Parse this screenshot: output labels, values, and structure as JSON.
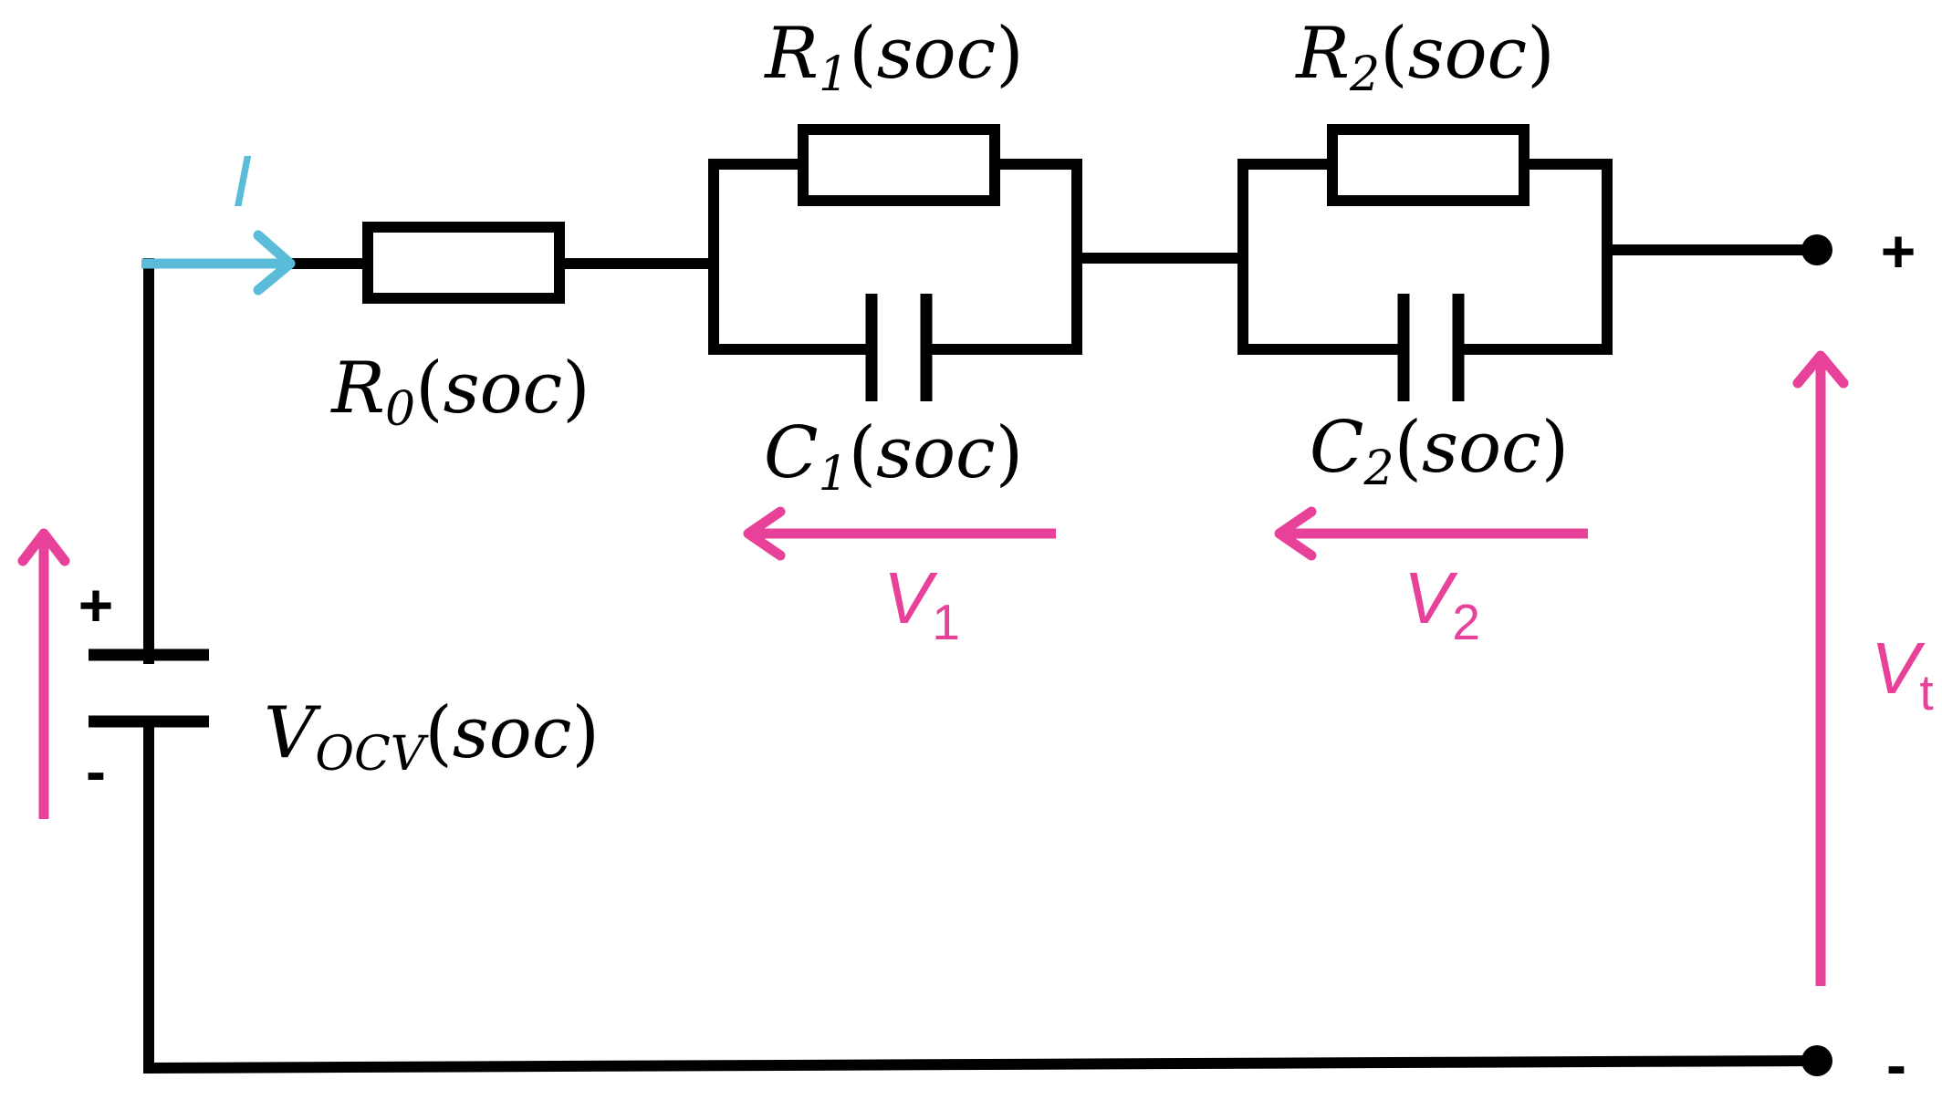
{
  "colors": {
    "wire": "#000000",
    "current": "#5bbcd9",
    "voltage": "#e8419a",
    "background": "#ffffff"
  },
  "components": {
    "r0": {
      "name": "R",
      "sub": "0",
      "arg": "soc"
    },
    "r1": {
      "name": "R",
      "sub": "1",
      "arg": "soc"
    },
    "r2": {
      "name": "R",
      "sub": "2",
      "arg": "soc"
    },
    "c1": {
      "name": "C",
      "sub": "1",
      "arg": "soc"
    },
    "c2": {
      "name": "C",
      "sub": "2",
      "arg": "soc"
    },
    "source": {
      "name": "V",
      "sub": "OCV",
      "arg": "soc"
    }
  },
  "signals": {
    "current": "I",
    "v1": {
      "name": "V",
      "sub": "1"
    },
    "v2": {
      "name": "V",
      "sub": "2"
    },
    "vt": {
      "name": "V",
      "sub": "t"
    }
  },
  "polarity": {
    "source_plus": "+",
    "source_minus": "-",
    "terminal_plus": "+",
    "terminal_minus": "-"
  }
}
